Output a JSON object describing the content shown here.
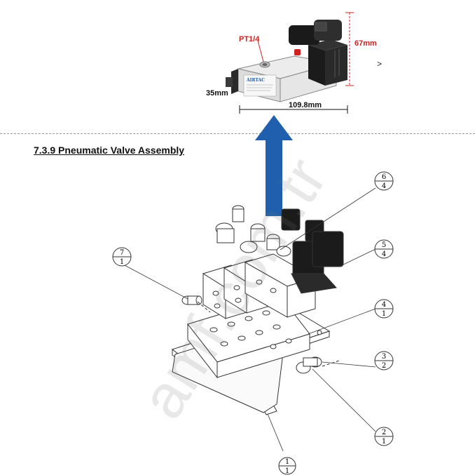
{
  "document": {
    "section_heading": "7.3.9 Pneumatic Valve Assembly",
    "watermark": "amf.com.tr"
  },
  "product_photo": {
    "brand": "AIRTAC",
    "port_label": "PT1/4",
    "height_label": "67mm",
    "depth_label": "35mm",
    "width_label": "109.8mm",
    "side_mark": ">"
  },
  "balloons": [
    {
      "id": "6-4",
      "top": "6",
      "bottom": "4"
    },
    {
      "id": "5-4",
      "top": "5",
      "bottom": "4"
    },
    {
      "id": "7-1",
      "top": "7",
      "bottom": "1"
    },
    {
      "id": "4-1",
      "top": "4",
      "bottom": "1"
    },
    {
      "id": "3-2",
      "top": "3",
      "bottom": "2"
    },
    {
      "id": "2-1",
      "top": "2",
      "bottom": "1"
    },
    {
      "id": "1-1",
      "top": "1",
      "bottom": "1"
    }
  ],
  "colors": {
    "arrow": "#1f5fae",
    "dimension_red": "#cc2222",
    "drawing_stroke": "#333333",
    "solenoid_body": "#1b1b1b"
  }
}
